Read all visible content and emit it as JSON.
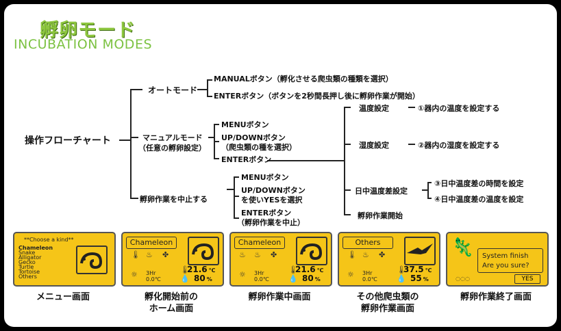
{
  "title": {
    "jp": "孵卵モード",
    "en": "INCUBATION MODES"
  },
  "flow": {
    "root": "操作フローチャート",
    "auto": {
      "label": "オートモード",
      "step1": "MANUALボタン（孵化させる爬虫類の種類を選択）",
      "step2": "ENTERボタン（ボタンを2秒間長押し後に孵卵作業が開始）"
    },
    "manual": {
      "label1": "マニュアルモード",
      "label2": "（任意の孵卵設定）",
      "menu": "MENUボタン",
      "updown1": "UP/DOWNボタン",
      "updown2": "（爬虫類の種を選択）",
      "enter": "ENTERボタン"
    },
    "stop": {
      "label": "孵卵作業を中止する",
      "menu": "MENUボタン",
      "updown1": "UP/DOWNボタン",
      "updown2": "を使いYESを選択",
      "enter1": "ENTERボタン",
      "enter2": "（孵卵作業を中止）"
    },
    "settings": {
      "temp": "温度設定",
      "temp_desc": "①器内の温度を設定する",
      "hum": "湿度設定",
      "hum_desc": "②器内の湿度を設定する",
      "daydiff": "日中温度差設定",
      "daydiff_desc1": "③日中温度差の時間を設定",
      "daydiff_desc2": "④日中温度差の温度を設定",
      "start": "孵卵作業開始"
    }
  },
  "screens": {
    "menu": {
      "header": "**Choose a kind**",
      "items": [
        "Chameleon",
        "Snake",
        "Alligator",
        "Gecko",
        "Turtle",
        "Tortoise",
        "Others"
      ],
      "caption": "メニュー画面"
    },
    "home": {
      "kind": "Chameleon",
      "hr": "3Hr",
      "diff": "0.0",
      "temp": "21.6",
      "hum": "80",
      "caption1": "孵化開始前の",
      "caption2": "ホーム画面"
    },
    "working": {
      "kind": "Chameleon",
      "hr": "3Hr",
      "diff": "0.0",
      "temp": "21.6",
      "hum": "80",
      "caption": "孵卵作業中画面"
    },
    "others": {
      "kind": "Others",
      "hr": "3Hr",
      "diff": "0.0",
      "temp": "37.5",
      "hum": "55",
      "caption1": "その他爬虫類の",
      "caption2": "孵卵作業画面"
    },
    "finish": {
      "line1": "System finish",
      "line2": "Are you sure?",
      "yes": "YES",
      "caption": "孵卵作業終了画面"
    }
  },
  "units": {
    "temp": "℃",
    "hum": "%",
    "diff": "℃"
  },
  "colors": {
    "screen": "#f5c518",
    "title": "#8dc63f"
  }
}
